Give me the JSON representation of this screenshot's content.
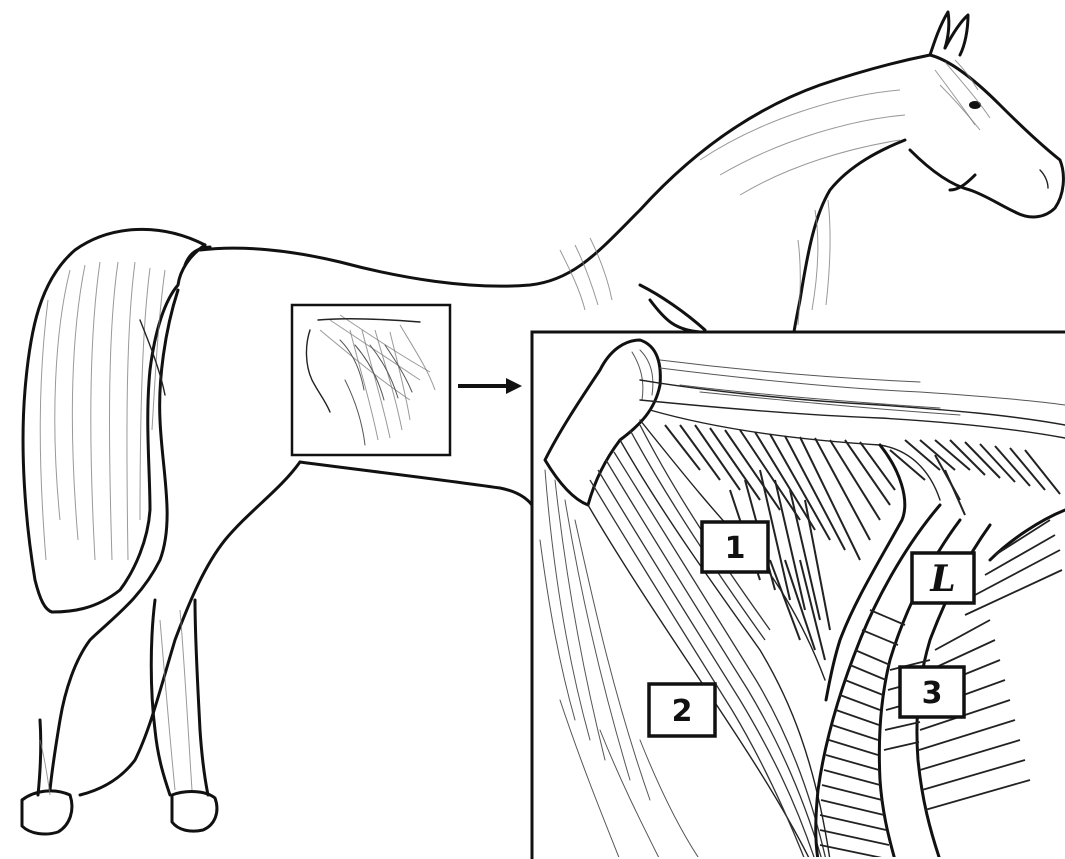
{
  "labels": {
    "one": "1",
    "two": "2",
    "three": "3",
    "ell": "L"
  },
  "icons": {
    "horse": "horse-illustration-icon",
    "arrow": "right-arrow-icon",
    "inset": "flank-anatomy-detail"
  }
}
